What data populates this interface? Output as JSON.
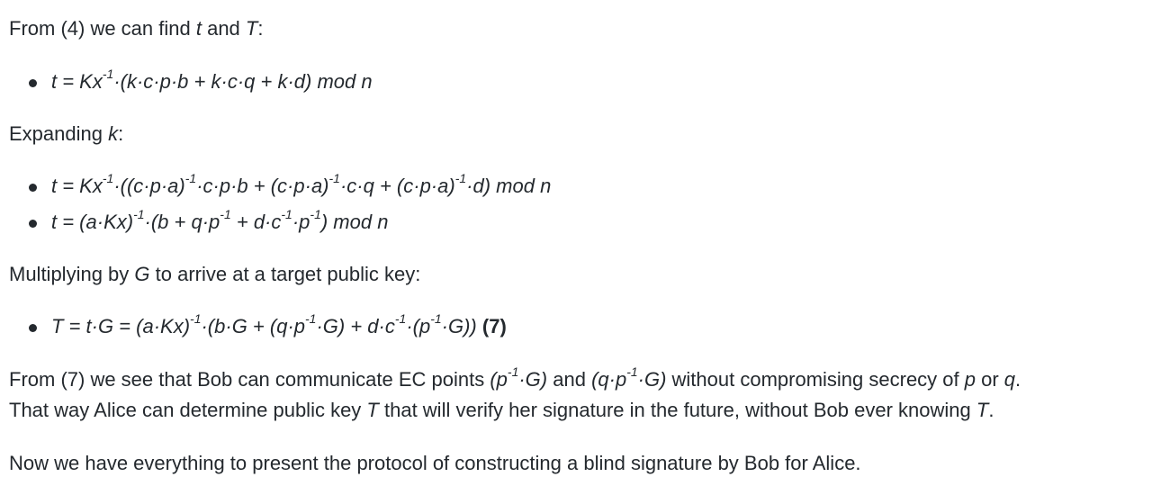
{
  "paragraphs": {
    "from4_prefix": "From (4) we can find ",
    "from4_t": "t",
    "from4_and": " and ",
    "from4_T": "T",
    "from4_suffix": ":",
    "expanding_prefix": "Expanding ",
    "expanding_k": "k",
    "expanding_suffix": ":",
    "multiplying_prefix": "Multiplying by ",
    "multiplying_G": "G",
    "multiplying_suffix": " to arrive at a target public key:",
    "from7_a": "From (7) we see that Bob can communicate EC points ",
    "from7_m1": "(p",
    "from7_m1_sup": "-1",
    "from7_m1_end": "·G)",
    "from7_b": " and ",
    "from7_m2": "(q·p",
    "from7_m2_sup": "-1",
    "from7_m2_end": "·G)",
    "from7_c": " without compromising secrecy of ",
    "from7_p": "p",
    "from7_d": " or ",
    "from7_q": "q",
    "from7_e": ".",
    "from7_line2_a": "That way Alice can determine public key ",
    "from7_line2_T": "T",
    "from7_line2_b": " that will verify her signature in the future, without Bob ever knowing ",
    "from7_line2_T2": "T",
    "from7_line2_c": ".",
    "now": "Now we have everything to present the protocol of constructing a blind signature by Bob for Alice."
  },
  "formulas": {
    "f1": {
      "a": "t = Kx",
      "sup1": "-1",
      "b": "·(k·c·p·b + k·c·q + k·d) mod n"
    },
    "f2": {
      "a": "t = Kx",
      "sup1": "-1",
      "b": "·((c·p·a)",
      "sup2": "-1",
      "c": "·c·p·b + (c·p·a)",
      "sup3": "-1",
      "d": "·c·q + (c·p·a)",
      "sup4": "-1",
      "e": "·d) mod n"
    },
    "f3": {
      "a": "t = (a·Kx)",
      "sup1": "-1",
      "b": "·(b + q·p",
      "sup2": "-1",
      "c": " + d·c",
      "sup3": "-1",
      "d": "·p",
      "sup4": "-1",
      "e": ") mod n"
    },
    "f4": {
      "a": "T = t·G = (a·Kx)",
      "sup1": "-1",
      "b": "·(b·G + (q·p",
      "sup2": "-1",
      "c": "·G) + d·c",
      "sup3": "-1",
      "d": "·(p",
      "sup4": "-1",
      "e": "·G))",
      "label": "(7)"
    }
  }
}
